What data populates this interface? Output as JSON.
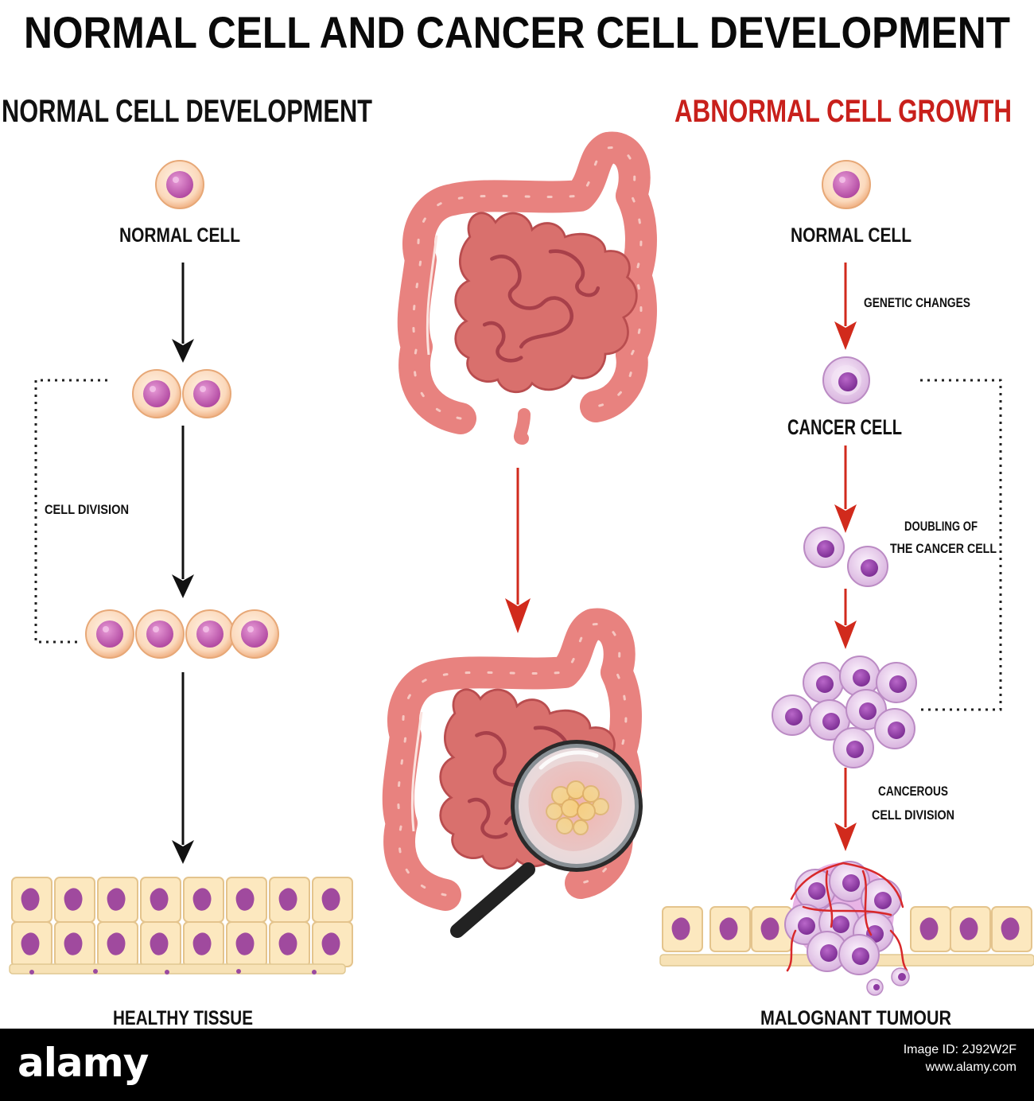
{
  "title": "NORMAL CELL AND CANCER CELL DEVELOPMENT",
  "left_panel": {
    "heading": "NORMAL CELL DEVELOPMENT",
    "normal_cell": "NORMAL CELL",
    "cell_division": "CELL DIVISION",
    "healthy_tissue": "HEALTHY TISSUE"
  },
  "right_panel": {
    "heading": "ABNORMAL CELL GROWTH",
    "normal_cell": "NORMAL CELL",
    "genetic_changes": "GENETIC CHANGES",
    "cancer_cell": "CANCER CELL",
    "doubling_line1": "DOUBLING OF",
    "doubling_line2": "THE CANCER CELL",
    "cancerous_line1": "CANCEROUS",
    "cancerous_line2": "CELL DIVISION",
    "malignant_tumour": "MALOGNANT TUMOUR"
  },
  "footer": {
    "logo": "alamy",
    "image_id_label": "Image ID: 2J92W2F",
    "site": "www.alamy.com"
  },
  "colors": {
    "heading_red": "#c8201b",
    "arrow_red": "#d12a1c",
    "arrow_black": "#111111",
    "cell_membrane": "#f6c49a",
    "cell_nucleus": "#c55db2",
    "cancer_cell_body": "#e6c7ea",
    "cancer_nucleus": "#8e3aa2",
    "intestine": "#e07e78",
    "tissue_cell": "#fbe2ad"
  }
}
